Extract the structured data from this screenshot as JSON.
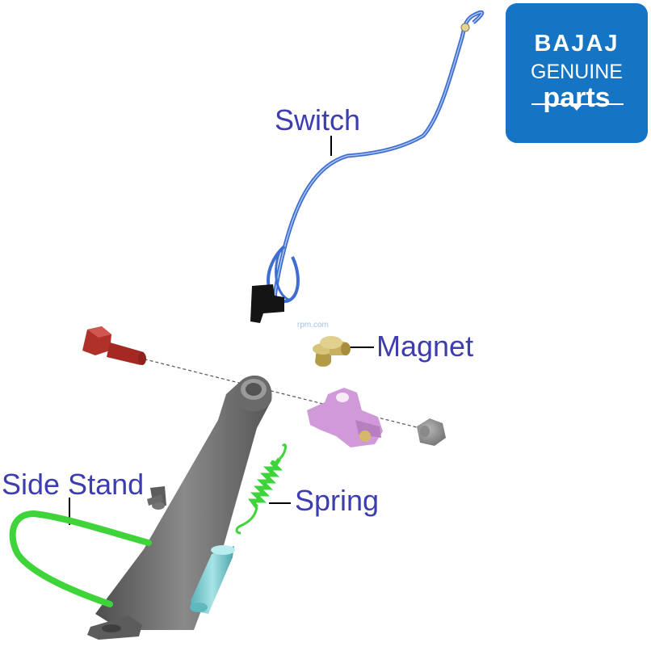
{
  "logo": {
    "brand": "BAJAJ",
    "line2": "GENUINE",
    "line3": "parts"
  },
  "watermark": "rpm.com",
  "labels": {
    "switch": "Switch",
    "magnet": "Magnet",
    "side_stand": "Side Stand",
    "spring": "Spring"
  },
  "colors": {
    "label_text": "#3d3db0",
    "logo_bg": "#1574c4",
    "switch_cable": "#3e6ed0",
    "side_stand_loop": "#3fd43a",
    "spring": "#3fd43a",
    "bolt": "#b0302a",
    "bracket": "#d09ad8",
    "magnet": "#c8b060",
    "stand_body": "#6a6a6a",
    "pin": "#6fc6cc"
  }
}
